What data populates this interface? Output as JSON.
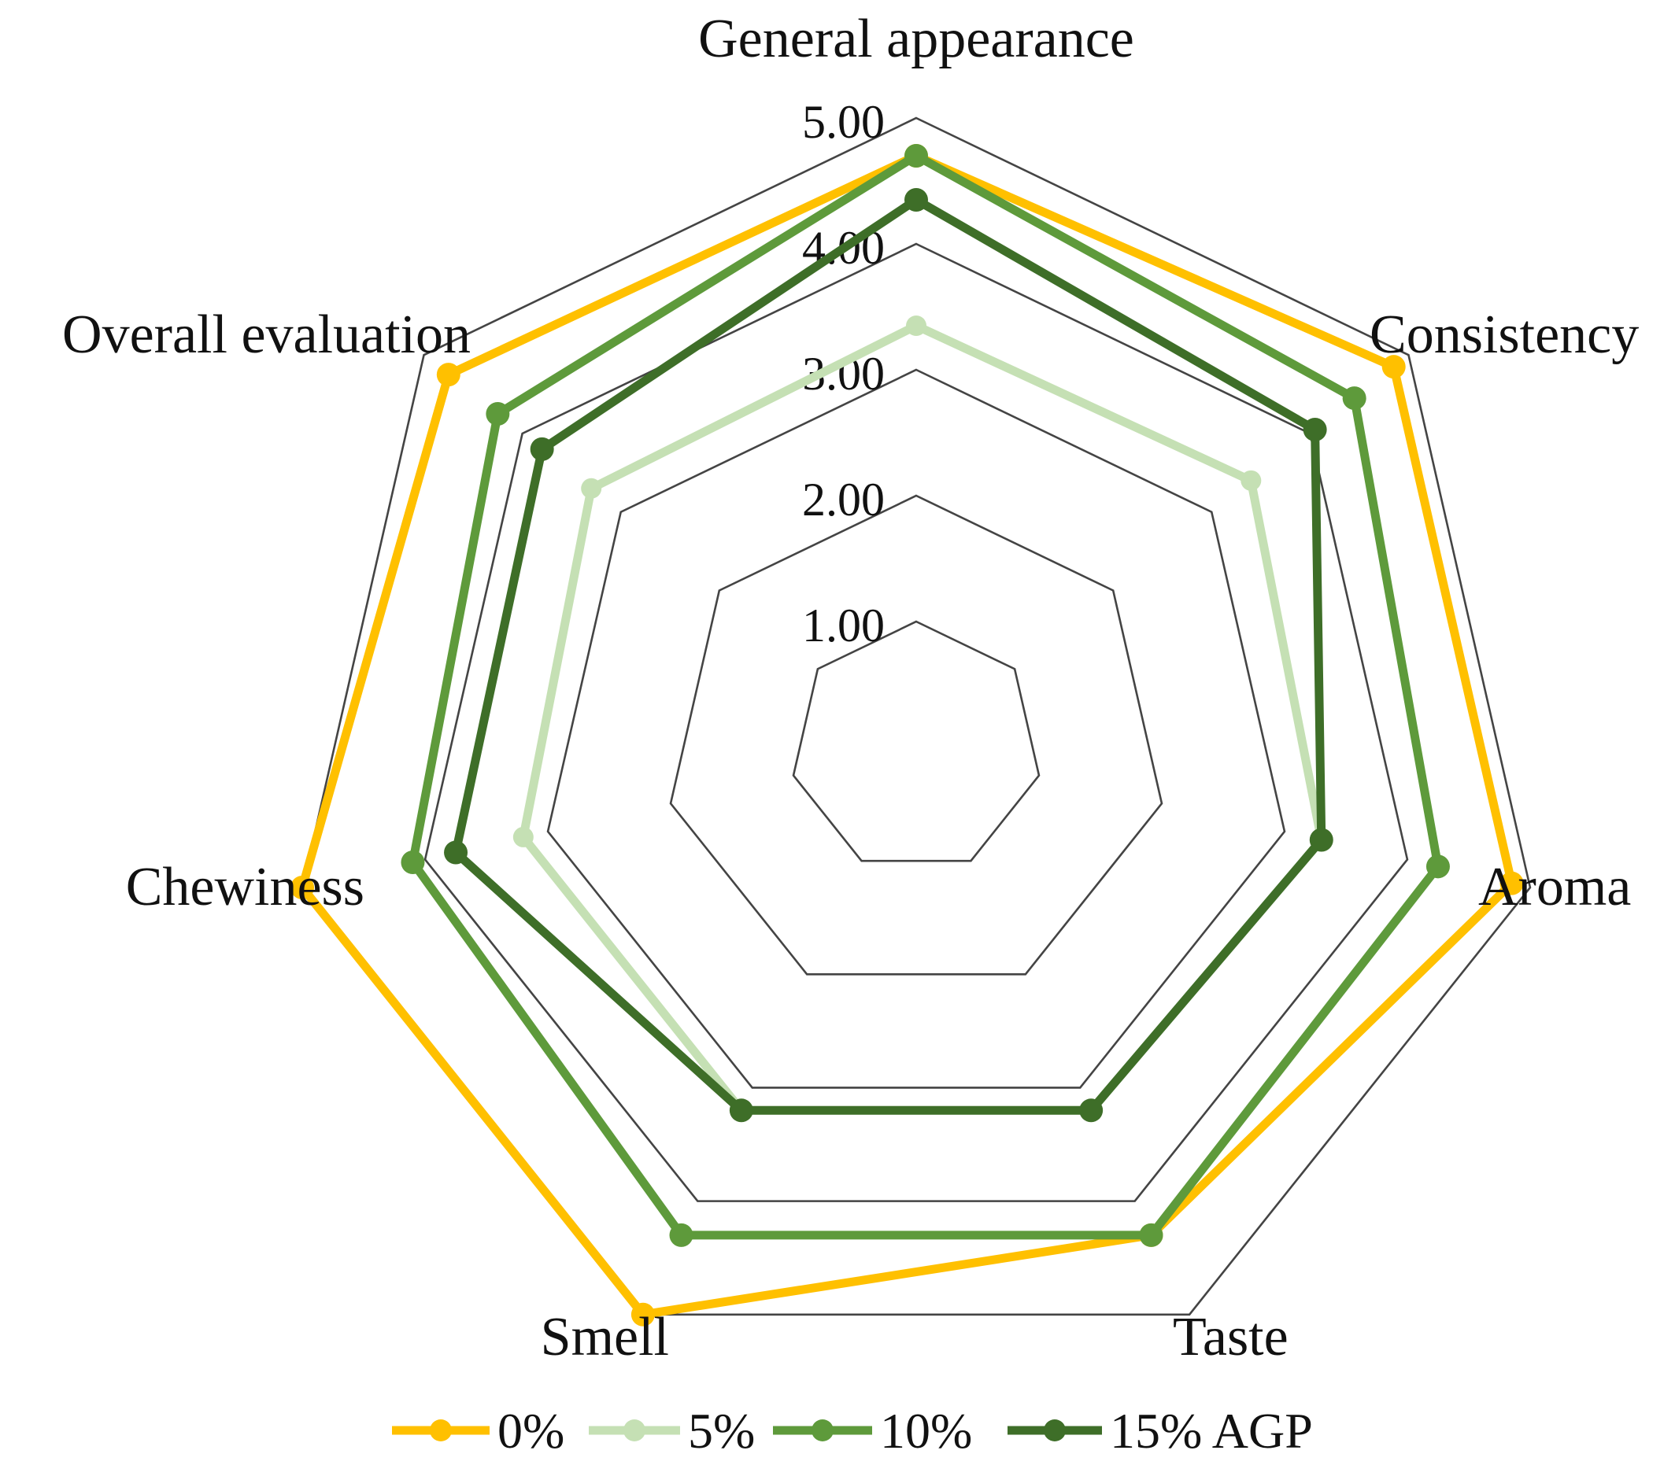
{
  "chart_data": {
    "type": "radar",
    "axes": [
      "General appearance",
      "Consistency",
      "Aroma",
      "Taste",
      "Smell",
      "Chewiness",
      "Overall evaluation"
    ],
    "ticks": [
      "1.00",
      "2.00",
      "3.00",
      "4.00",
      "5.00"
    ],
    "range": [
      0,
      5
    ],
    "grid": true,
    "legend_position": "bottom",
    "series": [
      {
        "name": "0%",
        "color": "#FFC000",
        "values": [
          4.7,
          4.85,
          4.85,
          4.3,
          5.0,
          5.0,
          4.75
        ]
      },
      {
        "name": "5%",
        "color": "#C5E0B4",
        "values": [
          3.35,
          3.4,
          3.3,
          3.2,
          3.2,
          3.2,
          3.3
        ]
      },
      {
        "name": "10%",
        "color": "#5E9A3B",
        "values": [
          4.7,
          4.45,
          4.25,
          4.3,
          4.3,
          4.1,
          4.25
        ]
      },
      {
        "name": "15% AGP",
        "color": "#3E6E28",
        "values": [
          4.35,
          4.05,
          3.3,
          3.2,
          3.2,
          3.75,
          3.8
        ]
      }
    ]
  }
}
